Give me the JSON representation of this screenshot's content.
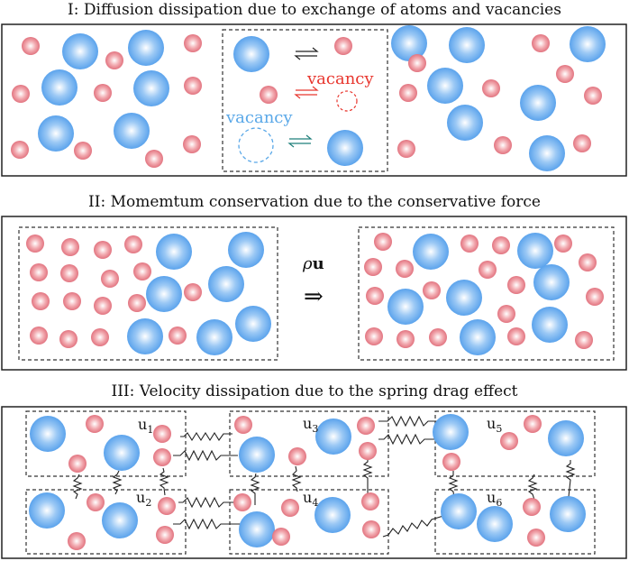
{
  "panels": [
    {
      "title": "I: Diffusion dissipation due to exchange of atoms and vacancies"
    },
    {
      "title": "II: Momemtum conservation due to the conservative force"
    },
    {
      "title": "III: Velocity dissipation due to the spring drag effect"
    }
  ],
  "labels": {
    "vacancy_red": "vacancy",
    "vacancy_blue": "vacancy",
    "flux_rho": "ρ",
    "flux_u": "u",
    "flux_arrow": "⇒"
  },
  "particle_labels": [
    "u",
    "u",
    "u",
    "u",
    "u",
    "u"
  ],
  "particle_subscripts": [
    "1",
    "3",
    "5",
    "2",
    "4",
    "6"
  ],
  "colors": {
    "red_atom": "#e8878e",
    "blue_atom": "#6aaef0",
    "vacancy_red": "#e8362e",
    "vacancy_blue": "#5aa8e8",
    "equilibrium_teal": "#1f7f7a"
  }
}
